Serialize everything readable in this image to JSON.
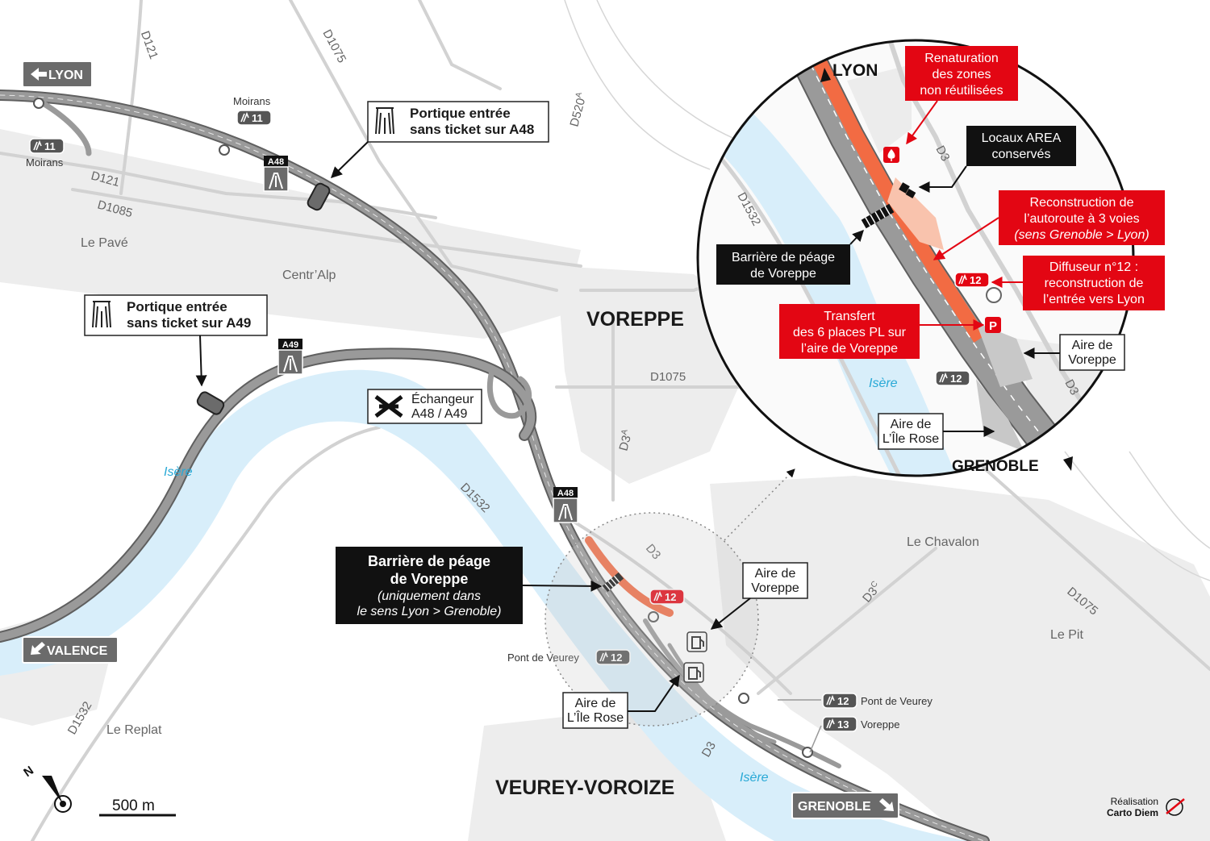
{
  "towns": {
    "voreppe": "VOREPPE",
    "veurey": "VEUREY-VOROIZE"
  },
  "places": {
    "moirans_1": "Moirans",
    "moirans_2": "Moirans",
    "le_pave": "Le Pavé",
    "centr_alp": "Centr’Alp",
    "le_chavalon": "Le Chavalon",
    "le_pit": "Le Pit",
    "le_replat": "Le Replat",
    "pont_de_veurey": "Pont de Veurey"
  },
  "roads": {
    "d121_a": "D121",
    "d121_b": "D121",
    "d1085": "D1085",
    "d1075_a": "D1075",
    "d1075_b": "D1075",
    "d1075_c": "D1075",
    "d520a": "D520",
    "d520a_sup": "A",
    "d3_a": "D3",
    "d3a": "D3",
    "d3a_sup": "A",
    "d3c": "D3",
    "d3c_sup": "C",
    "d3_b": "D3",
    "d1532_a": "D1532",
    "d1532_b": "D1532",
    "inset_d1532": "D1532",
    "inset_d3_a": "D3",
    "inset_d3_b": "D3"
  },
  "rivers": {
    "isere_1": "Isère",
    "isere_2": "Isère",
    "isere_inset": "Isère"
  },
  "directions": {
    "lyon": "LYON",
    "valence": "VALENCE",
    "grenoble": "GRENOBLE"
  },
  "shields": {
    "a48_1": "A48",
    "a49": "A49",
    "a48_2": "A48"
  },
  "exits": {
    "e11_a": "11",
    "e11_b": "11",
    "e12_main": "12",
    "e12_pont": "12",
    "e12_right": "12",
    "e13_right": "13",
    "inset_e12_red": "12",
    "inset_e12_dark": "12"
  },
  "exit_labels": {
    "pont_de_veurey": "Pont de Veurey",
    "voreppe": "Voreppe"
  },
  "callouts": {
    "portique_a48": [
      "Portique entrée",
      "sans ticket sur A48"
    ],
    "portique_a49": [
      "Portique entrée",
      "sans ticket sur A49"
    ],
    "echangeur": [
      "Échangeur",
      "A48 / A49"
    ],
    "barriere": {
      "title": [
        "Barrière de péage",
        "de Voreppe"
      ],
      "note": [
        "(uniquement dans",
        "le sens Lyon > Grenoble)"
      ]
    },
    "aire_voreppe": [
      "Aire de",
      "Voreppe"
    ],
    "aire_ile_rose": [
      "Aire de",
      "L’Île Rose"
    ]
  },
  "inset": {
    "lyon": "LYON",
    "grenoble": "GRENOBLE",
    "renaturation": [
      "Renaturation",
      "des zones",
      "non réutilisées"
    ],
    "locaux": [
      "Locaux AREA",
      "conservés"
    ],
    "reconstruction": [
      "Reconstruction de",
      "l’autoroute à 3 voies"
    ],
    "reconstruction_note": "(sens Grenoble > Lyon)",
    "barriere": [
      "Barrière de péage",
      "de Voreppe"
    ],
    "diffuseur": [
      "Diffuseur n°12 :",
      "reconstruction de",
      "l’entrée vers Lyon"
    ],
    "transfert": [
      "Transfert",
      "des 6 places PL sur",
      "l’aire de Voreppe"
    ],
    "aire_voreppe": [
      "Aire de",
      "Voreppe"
    ],
    "aire_ile_rose": [
      "Aire de",
      "L’Île Rose"
    ],
    "parking_icon": "P"
  },
  "scale": {
    "label": "500 m",
    "north": "N"
  },
  "credit": [
    "Réalisation",
    "Carto Diem"
  ],
  "colors": {
    "river": "#d8eefa",
    "motorway": "#7a7a7a",
    "urban": "#ececec",
    "accent_red": "#e30613",
    "works_orange": "#f26b43",
    "dark_box": "#111111",
    "direction_sign": "#6b6b6b"
  }
}
